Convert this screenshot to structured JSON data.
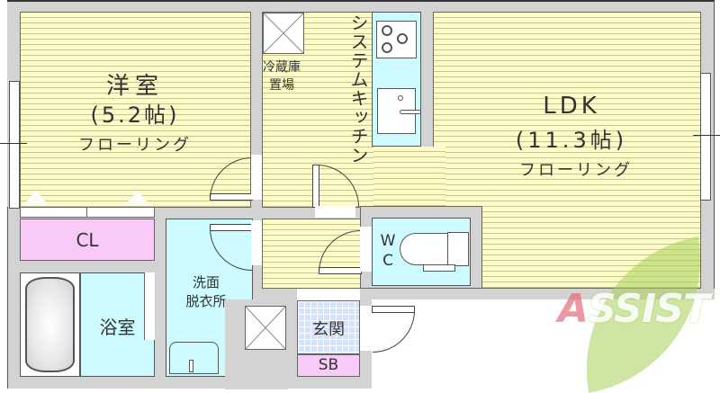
{
  "floorplan": {
    "rooms": {
      "western_room": {
        "name": "洋室",
        "size": "(5.2帖)",
        "floor": "フローリング"
      },
      "ldk": {
        "name": "LDK",
        "size": "(11.3帖)",
        "floor": "フローリング"
      },
      "closet": {
        "name": "CL"
      },
      "bathroom": {
        "name": "浴室"
      },
      "washroom": {
        "line1": "洗面",
        "line2": "脱衣所"
      },
      "toilet": {
        "line1": "W",
        "line2": "C"
      },
      "entrance": {
        "name": "玄関"
      },
      "shoe_box": {
        "name": "SB"
      },
      "kitchen": {
        "name": "システムキッチン"
      },
      "fridge_space": {
        "line1": "冷蔵庫",
        "line2": "置場"
      }
    },
    "colors": {
      "floor": "#fdfcc8",
      "floor_lines": "#c9c48e",
      "wall": "#d3d3d3",
      "wet_area": "#ccfaff",
      "storage": "#f9c9f7",
      "entrance_tile": "#d5e2fb",
      "logo_green": "#a8cf5a",
      "logo_red": "#e06a7a"
    },
    "watermark": {
      "text": "ASSIST",
      "first_letter": "A",
      "rest": "SSIST"
    }
  }
}
